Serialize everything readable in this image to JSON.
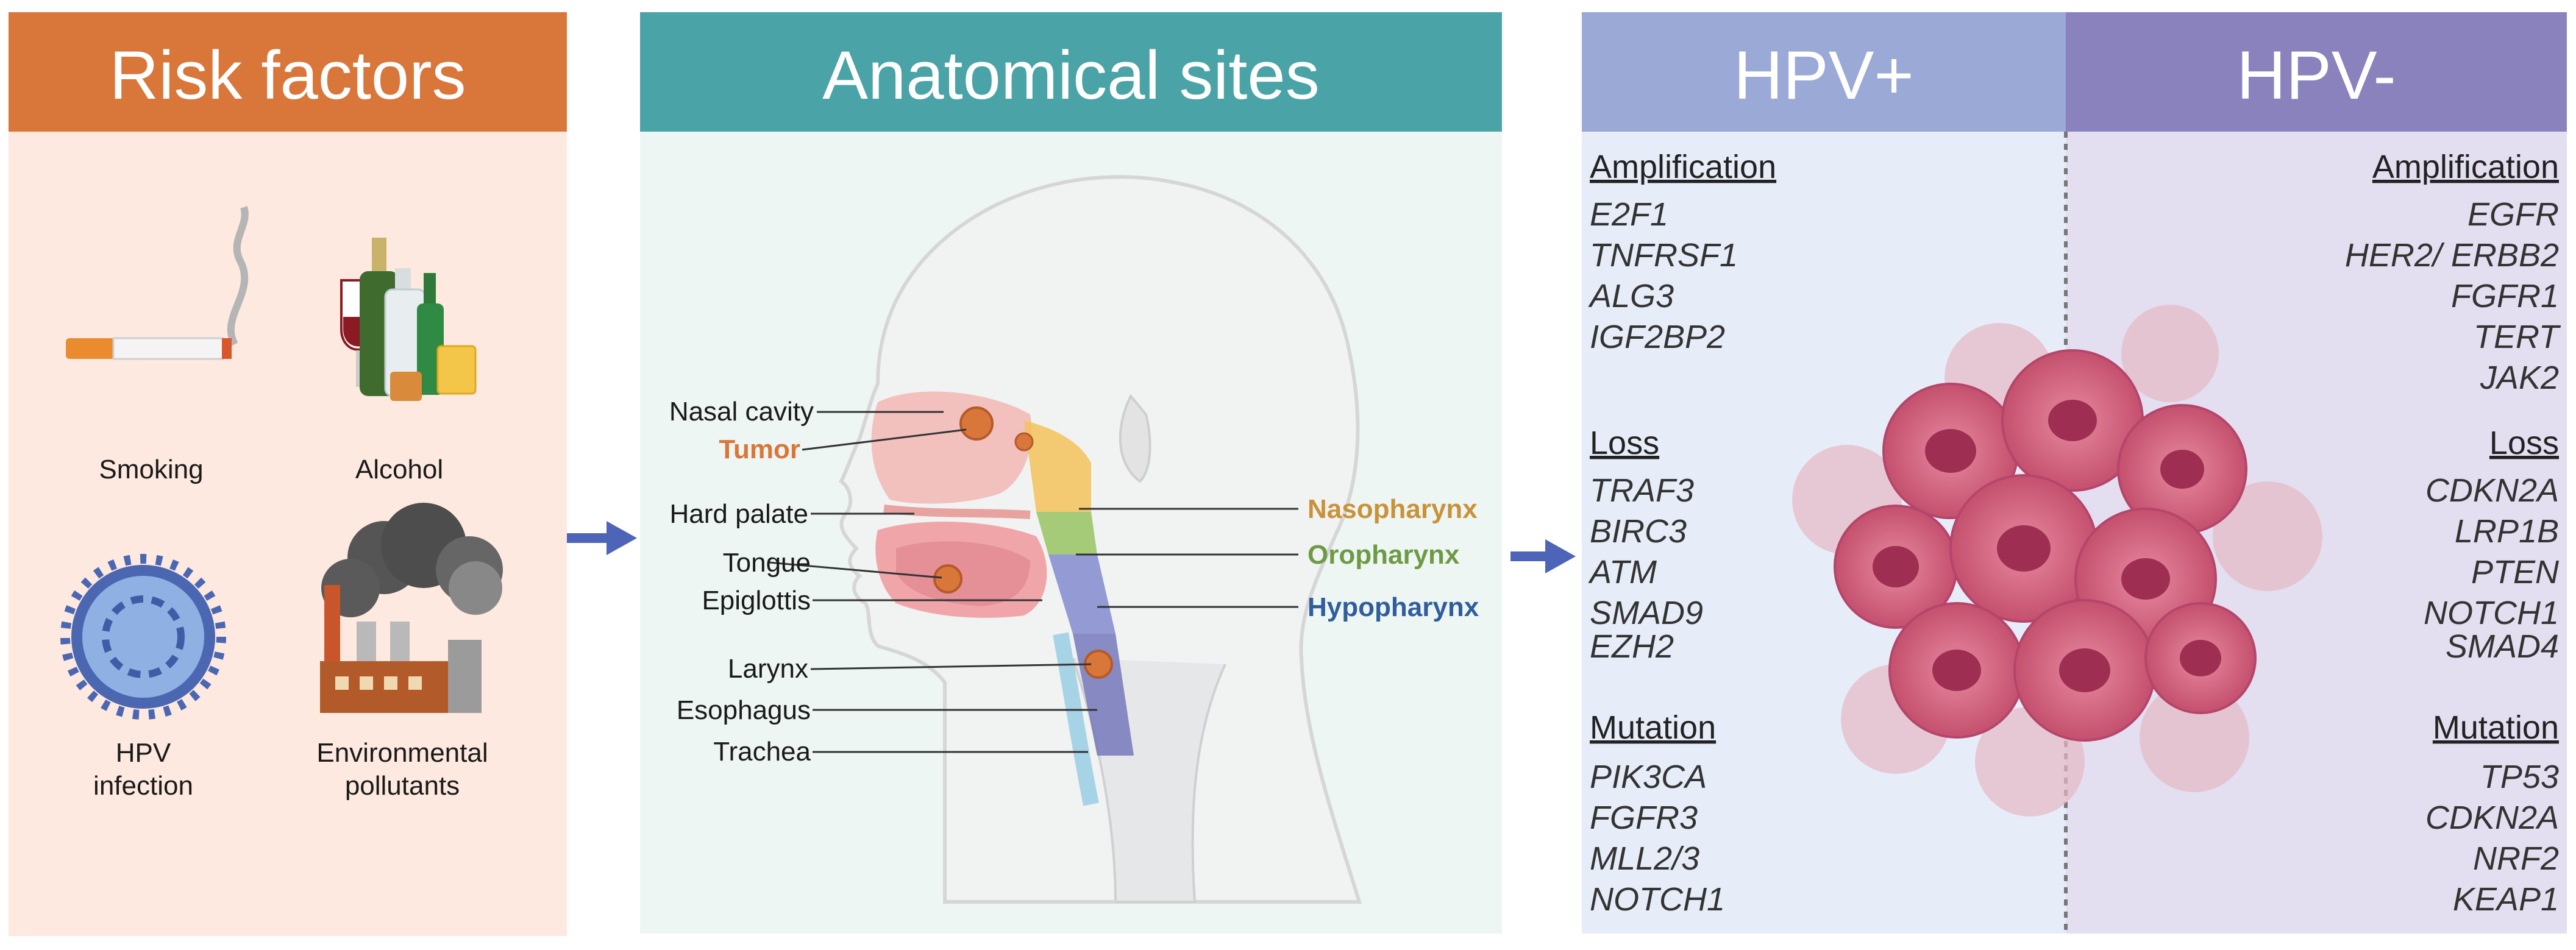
{
  "risk_panel": {
    "title": "Risk factors",
    "items": [
      {
        "label": "Smoking",
        "icon": "cigarette-icon"
      },
      {
        "label": "Alcohol",
        "icon": "bottles-icon"
      },
      {
        "label": "HPV\ninfection",
        "icon": "virus-icon"
      },
      {
        "label": "Environmental\npollutants",
        "icon": "factory-icon"
      }
    ],
    "colors": {
      "header": "#d9763a",
      "background": "#fde9df"
    }
  },
  "anatomy_panel": {
    "title": "Anatomical sites",
    "left_labels": [
      "Nasal cavity",
      "Tumor",
      "Hard palate",
      "Tongue",
      "Epiglottis",
      "Larynx",
      "Esophagus",
      "Trachea"
    ],
    "right_labels": [
      "Nasopharynx",
      "Oropharynx",
      "Hypopharynx"
    ],
    "colors": {
      "header": "#4aa3a6",
      "background": "#eef6f3",
      "tumor": "#d9763a",
      "nasopharynx": "#c9923a",
      "oropharynx": "#6e9a45",
      "hypopharynx": "#2f5d9e"
    }
  },
  "genes_panel": {
    "hpv_pos": {
      "title": "HPV+",
      "amplification": {
        "title": "Amplification",
        "genes": [
          "E2F1",
          "TNFRSF1",
          "ALG3",
          "IGF2BP2"
        ]
      },
      "loss": {
        "title": "Loss",
        "genes": [
          "TRAF3",
          "BIRC3",
          "ATM",
          "SMAD9",
          "EZH2"
        ]
      },
      "mutation": {
        "title": "Mutation",
        "genes": [
          "PIK3CA",
          "FGFR3",
          "MLL2/3",
          "NOTCH1"
        ]
      }
    },
    "hpv_neg": {
      "title": "HPV-",
      "amplification": {
        "title": "Amplification",
        "genes": [
          "EGFR",
          "HER2/ ERBB2",
          "FGFR1",
          "TERT",
          "JAK2"
        ]
      },
      "loss": {
        "title": "Loss",
        "genes": [
          "CDKN2A",
          "LRP1B",
          "PTEN",
          "NOTCH1",
          "SMAD4"
        ]
      },
      "mutation": {
        "title": "Mutation",
        "genes": [
          "TP53",
          "CDKN2A",
          "NRF2",
          "KEAP1"
        ]
      }
    },
    "colors": {
      "pos_header": "#9aa9d6",
      "neg_header": "#8a82bd",
      "pos_bg": "#e7edf8",
      "neg_bg": "#e3dff0",
      "tumor": "#c4506e"
    }
  }
}
